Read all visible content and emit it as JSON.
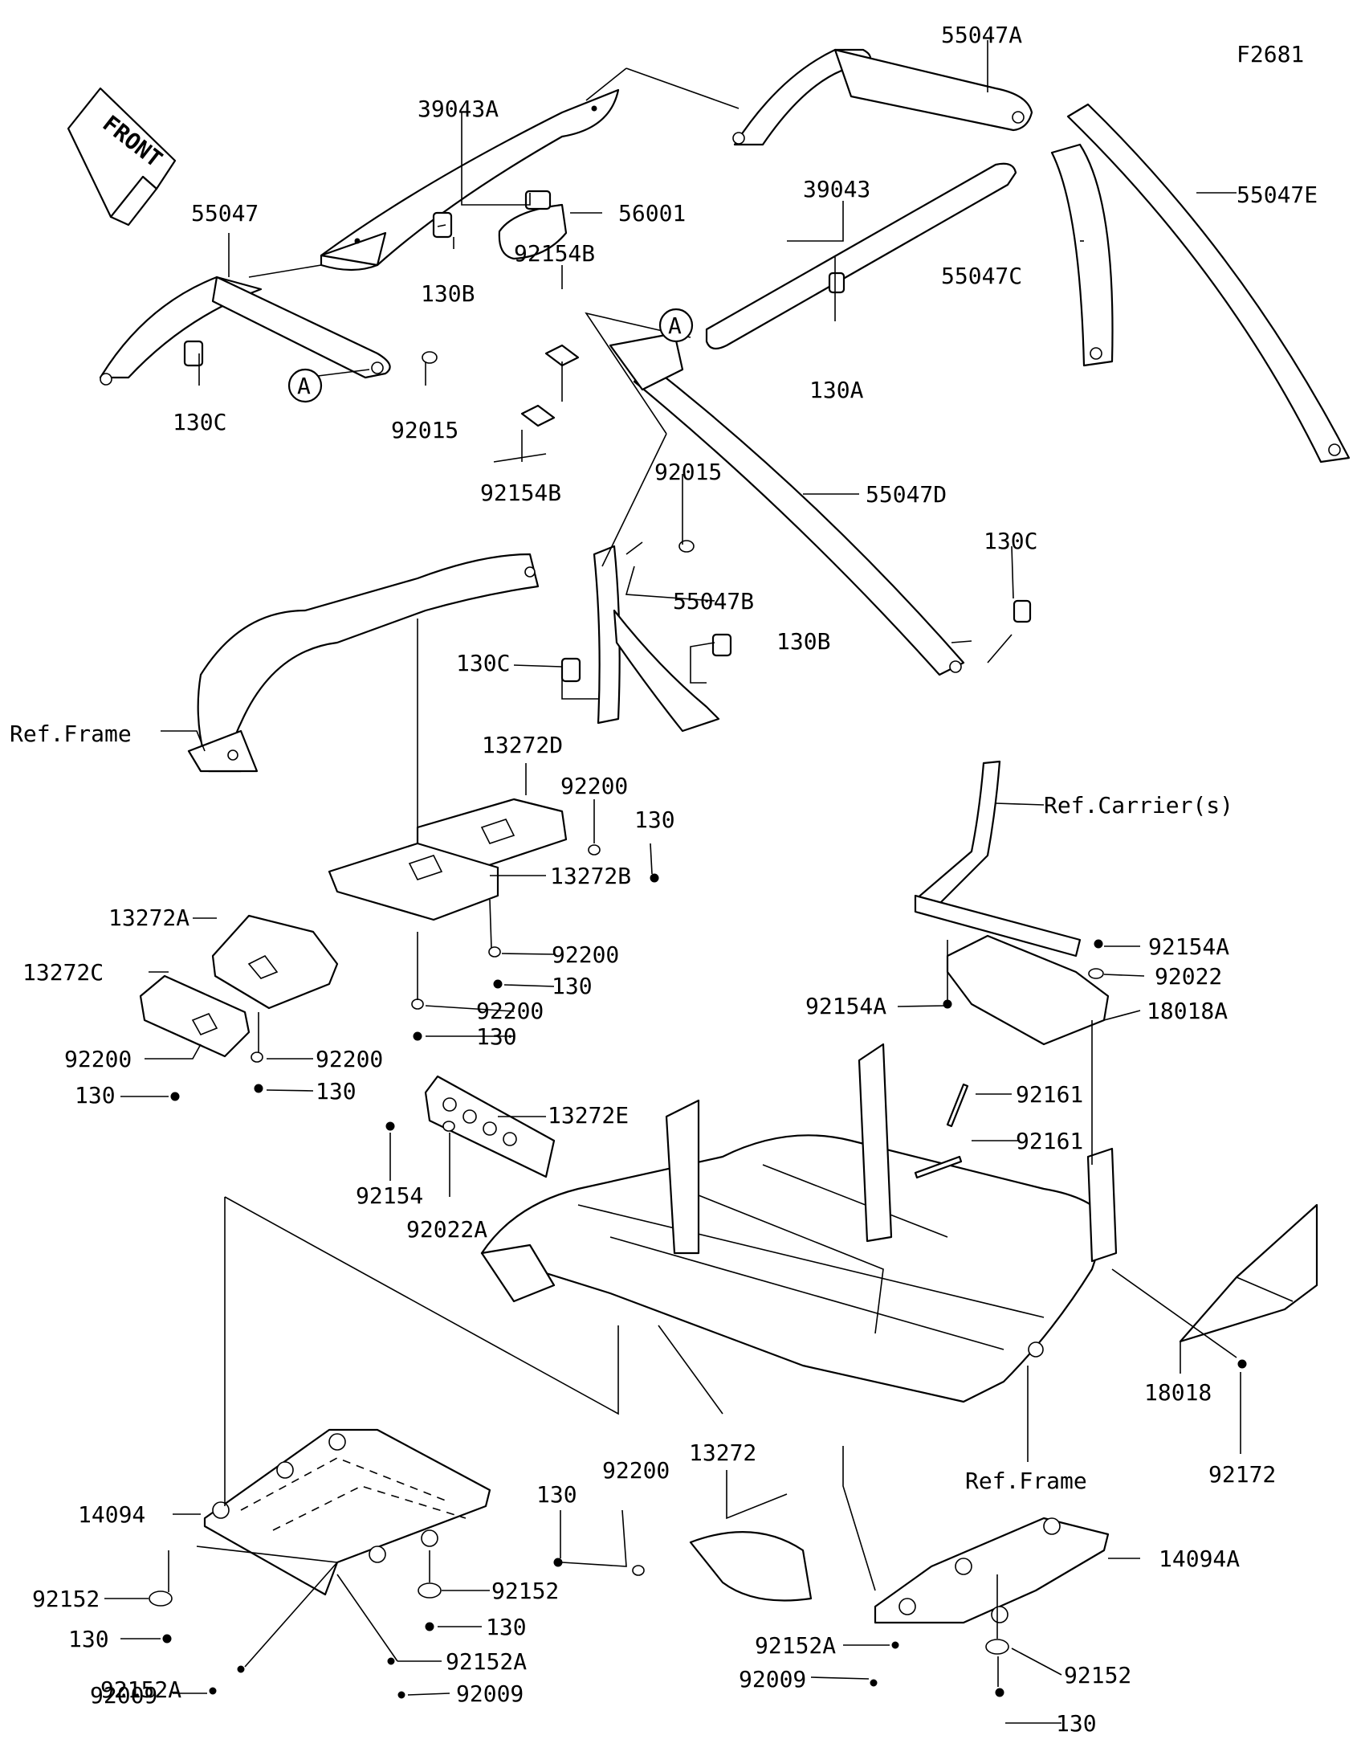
{
  "diagram_id": "F2681",
  "front_badge": "FRONT",
  "callout_A": "A",
  "labels": {
    "p55047A": "55047A",
    "p39043A": "39043A",
    "p55047": "55047",
    "p56001": "56001",
    "p130B_a": "130B",
    "p39043": "39043",
    "p55047E": "55047E",
    "p55047C": "55047C",
    "p92154B_a": "92154B",
    "p130C_a": "130C",
    "p92015_a": "92015",
    "p130A": "130A",
    "p92154B_b": "92154B",
    "p92015_b": "92015",
    "p55047D": "55047D",
    "p130C_b": "130C",
    "p55047B": "55047B",
    "p130B_b": "130B",
    "p130C_c": "130C",
    "ref_frame_a": "Ref.Frame",
    "p13272D": "13272D",
    "p92200_a": "92200",
    "p130_a": "130",
    "ref_carrier": "Ref.Carrier(s)",
    "p13272A": "13272A",
    "p13272B": "13272B",
    "p92154A_a": "92154A",
    "p13272C": "13272C",
    "p92200_b": "92200",
    "p92022": "92022",
    "p130_b": "130",
    "p92154A_b": "92154A",
    "p18018A": "18018A",
    "p92200_c": "92200",
    "p130_c": "130",
    "p92200_d": "92200",
    "p92200_e": "92200",
    "p130_d": "130",
    "p130_e": "130",
    "p92161_a": "92161",
    "p13272E": "13272E",
    "p92161_b": "92161",
    "p92154": "92154",
    "p92022A": "92022A",
    "p18018": "18018",
    "p92172": "92172",
    "ref_frame_b": "Ref.Frame",
    "p13272": "13272",
    "p14094": "14094",
    "p92200_f": "92200",
    "p130_f": "130",
    "p14094A": "14094A",
    "p92152_a": "92152",
    "p92152_b": "92152",
    "p130_g": "130",
    "p130_h": "130",
    "p92152A_a": "92152A",
    "p92152A_b": "92152A",
    "p92009_a": "92009",
    "p92009_b": "92009",
    "p92152A_c": "92152A",
    "p92152_c": "92152",
    "p92009_c": "92009",
    "p130_i": "130"
  }
}
